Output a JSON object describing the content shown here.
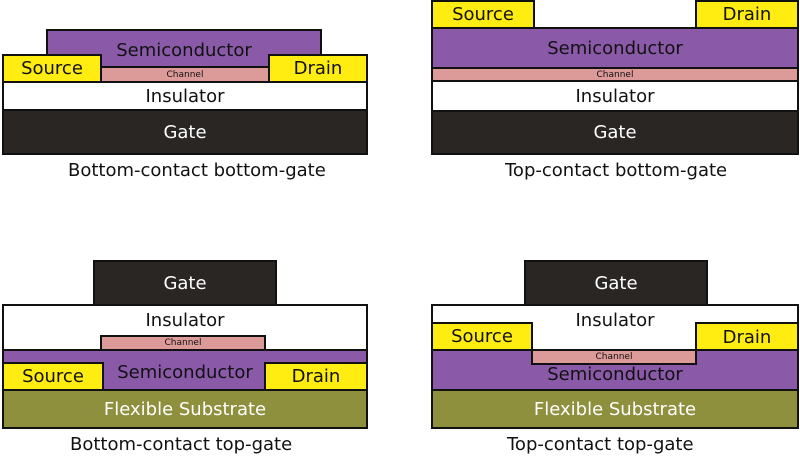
{
  "diagrams": [
    {
      "caption": "Bottom-contact bottom-gate",
      "layers": {
        "semiconductor": "Semiconductor",
        "source": "Source",
        "drain": "Drain",
        "channel": "Channel",
        "insulator": "Insulator",
        "gate": "Gate"
      }
    },
    {
      "caption": "Top-contact bottom-gate",
      "layers": {
        "source": "Source",
        "drain": "Drain",
        "semiconductor": "Semiconductor",
        "channel": "Channel",
        "insulator": "Insulator",
        "gate": "Gate"
      }
    },
    {
      "caption": "Bottom-contact top-gate",
      "layers": {
        "gate": "Gate",
        "insulator": "Insulator",
        "channel": "Channel",
        "source": "Source",
        "semiconductor": "Semiconductor",
        "drain": "Drain",
        "substrate": "Flexible Substrate"
      }
    },
    {
      "caption": "Top-contact top-gate",
      "layers": {
        "gate": "Gate",
        "insulator": "Insulator",
        "source": "Source",
        "drain": "Drain",
        "channel": "Channel",
        "semiconductor": "Semiconductor",
        "substrate": "Flexible Substrate"
      }
    }
  ],
  "colors": {
    "gate": "#2a2624",
    "insulator": "#ffffff",
    "semiconductor": "#8a5aa8",
    "channel": "#dc9a98",
    "contact": "#ffec10",
    "substrate": "#8e903e"
  }
}
